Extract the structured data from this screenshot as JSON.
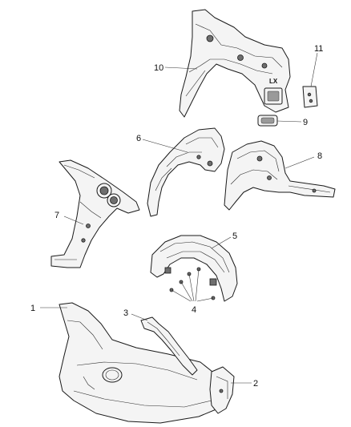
{
  "callouts": {
    "c1": "1",
    "c2": "2",
    "c3": "3",
    "c4": "4",
    "c5": "5",
    "c6": "6",
    "c7": "7",
    "c8": "8",
    "c9": "9",
    "c10": "10",
    "c11": "11"
  },
  "stamp_text": "LX"
}
